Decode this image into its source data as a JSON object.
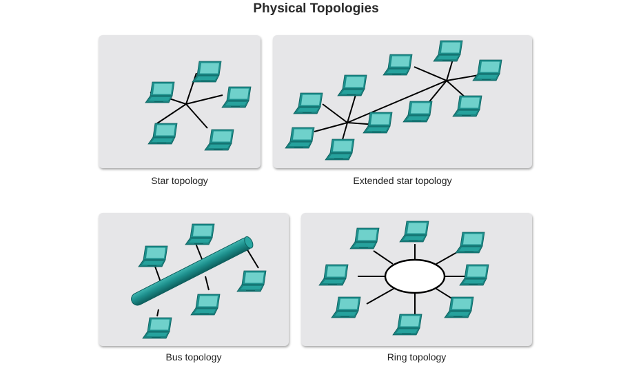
{
  "title": "Physical Topologies",
  "colors": {
    "laptop": "#1d8f8c",
    "screen": "#6fd1cb",
    "link": "#000000",
    "panel": "#e6e6e8"
  },
  "panels": [
    {
      "caption": "Star topology"
    },
    {
      "caption": "Extended star topology"
    },
    {
      "caption": "Bus topology"
    },
    {
      "caption": "Ring topology"
    }
  ]
}
